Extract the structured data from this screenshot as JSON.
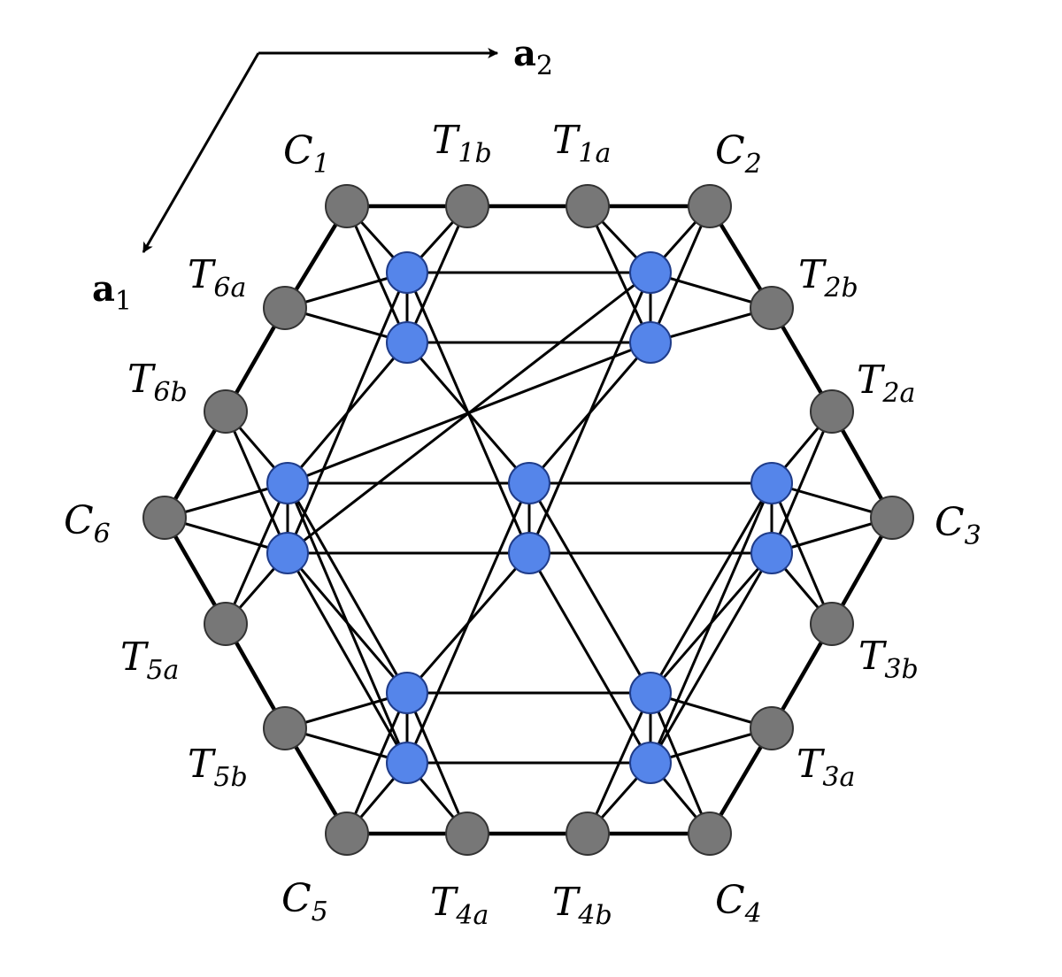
{
  "colors": {
    "outer_node": "#777777",
    "inner_node": "#5585ea",
    "edge": "#000000"
  },
  "vectors": {
    "a1": {
      "main": "a",
      "sub": "1"
    },
    "a2": {
      "main": "a",
      "sub": "2"
    }
  },
  "labels": {
    "C1": {
      "main": "C",
      "sub": "1"
    },
    "T1b": {
      "main": "T",
      "sub": "1b"
    },
    "T1a": {
      "main": "T",
      "sub": "1a"
    },
    "C2": {
      "main": "C",
      "sub": "2"
    },
    "T2b": {
      "main": "T",
      "sub": "2b"
    },
    "T2a": {
      "main": "T",
      "sub": "2a"
    },
    "C3": {
      "main": "C",
      "sub": "3"
    },
    "T3b": {
      "main": "T",
      "sub": "3b"
    },
    "T3a": {
      "main": "T",
      "sub": "3a"
    },
    "C4": {
      "main": "C",
      "sub": "4"
    },
    "T4b": {
      "main": "T",
      "sub": "4b"
    },
    "T4a": {
      "main": "T",
      "sub": "4a"
    },
    "C5": {
      "main": "C",
      "sub": "5"
    },
    "T5b": {
      "main": "T",
      "sub": "5b"
    },
    "T5a": {
      "main": "T",
      "sub": "5a"
    },
    "C6": {
      "main": "C",
      "sub": "6"
    },
    "T6b": {
      "main": "T",
      "sub": "6b"
    },
    "T6a": {
      "main": "T",
      "sub": "6a"
    }
  }
}
